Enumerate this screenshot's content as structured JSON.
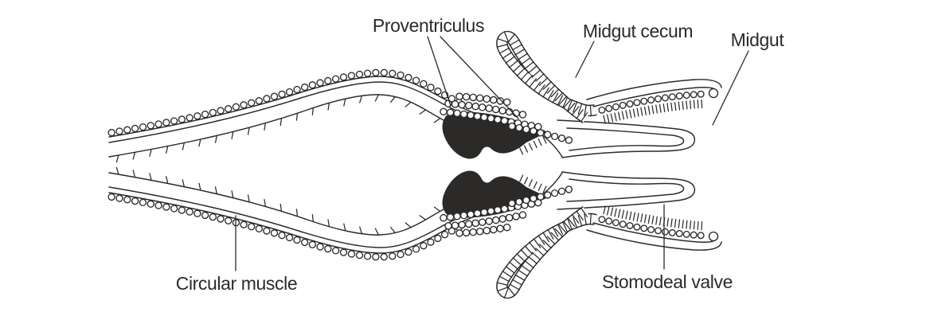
{
  "figure": {
    "background_color": "#ffffff",
    "ink_color": "#2b2a29",
    "labels": {
      "proventriculus": "Proventriculus",
      "midgut_cecum": "Midgut cecum",
      "midgut": "Midgut",
      "circular_muscle": "Circular muscle",
      "stomodeal_valve": "Stomodeal valve"
    }
  }
}
